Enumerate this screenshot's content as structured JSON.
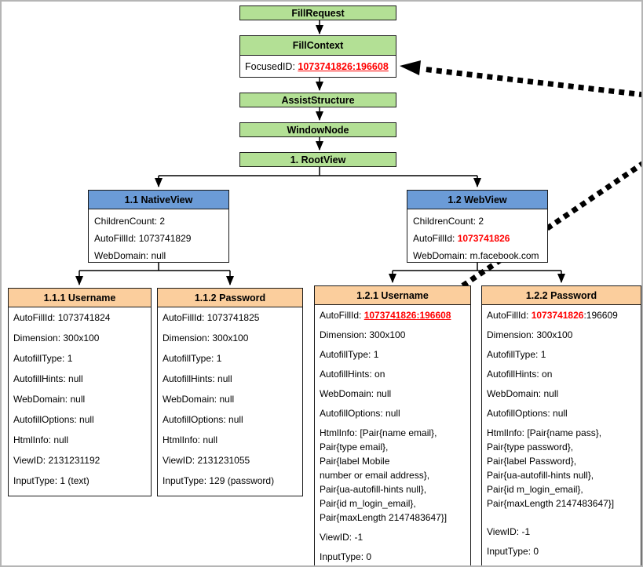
{
  "colors": {
    "green_fill": "#b3e095",
    "blue_fill": "#6b9bd7",
    "orange_fill": "#fbce9d",
    "highlight_red": "#ff0000",
    "line_black": "#000000",
    "frame_gray": "#b5b5b5"
  },
  "chain": {
    "fill_request": "FillRequest",
    "fill_context": "FillContext",
    "focused_id_label": "FocusedID: ",
    "focused_id_value": "1073741826:196608",
    "assist_structure": "AssistStructure",
    "window_node": "WindowNode",
    "root_view": "1. RootView"
  },
  "native_view": {
    "title": "1.1 NativeView",
    "rows": [
      "ChildrenCount: 2",
      "AutoFillId: 1073741829",
      "WebDomain: null"
    ]
  },
  "web_view": {
    "title": "1.2 WebView",
    "children_count": "ChildrenCount: 2",
    "autofill_id_label": "AutoFillId: ",
    "autofill_id_value": "1073741826",
    "web_domain": "WebDomain: m.facebook.com"
  },
  "leaf_1_1_1": {
    "title": "1.1.1 Username",
    "rows": [
      "AutoFillId: 1073741824",
      "Dimension: 300x100",
      "AutofillType: 1",
      "AutofillHints: null",
      "WebDomain: null",
      "AutofillOptions: null",
      "HtmlInfo: null",
      "ViewID: 2131231192",
      "InputType: 1 (text)"
    ]
  },
  "leaf_1_1_2": {
    "title": "1.1.2 Password",
    "rows": [
      "AutoFillId: 1073741825",
      "Dimension: 300x100",
      "AutofillType: 1",
      "AutofillHints: null",
      "WebDomain: null",
      "AutofillOptions: null",
      "HtmlInfo: null",
      "ViewID: 2131231055",
      "InputType: 129 (password)"
    ]
  },
  "leaf_1_2_1": {
    "title": "1.2.1 Username",
    "autofill_id_label": "AutoFillId: ",
    "autofill_id_value": "1073741826:196608",
    "rows_mid": [
      "Dimension: 300x100",
      "AutofillType: 1",
      "AutofillHints: on",
      "WebDomain: null",
      "AutofillOptions: null"
    ],
    "html_info_lines": [
      "HtmlInfo: [Pair{name email},",
      "Pair{type email},",
      "Pair{label Mobile",
      "number or email address},",
      "Pair{ua-autofill-hints null},",
      "Pair{id m_login_email},",
      "Pair{maxLength 2147483647}]"
    ],
    "view_id": "ViewID: -1",
    "input_type": "InputType: 0"
  },
  "leaf_1_2_2": {
    "title": "1.2.2 Password",
    "autofill_id_label": "AutoFillId: ",
    "autofill_id_value": "1073741826",
    "autofill_id_suffix": ":196609",
    "rows_mid": [
      "Dimension: 300x100",
      "AutofillType: 1",
      "AutofillHints: on",
      "WebDomain: null",
      "AutofillOptions: null"
    ],
    "html_info_lines": [
      "HtmlInfo: [Pair{name pass},",
      "Pair{type password},",
      "Pair{label Password},",
      "Pair{ua-autofill-hints null},",
      "Pair{id m_login_email},",
      "Pair{maxLength 2147483647}]"
    ],
    "view_id": "ViewID: -1",
    "input_type": "InputType: 0"
  }
}
